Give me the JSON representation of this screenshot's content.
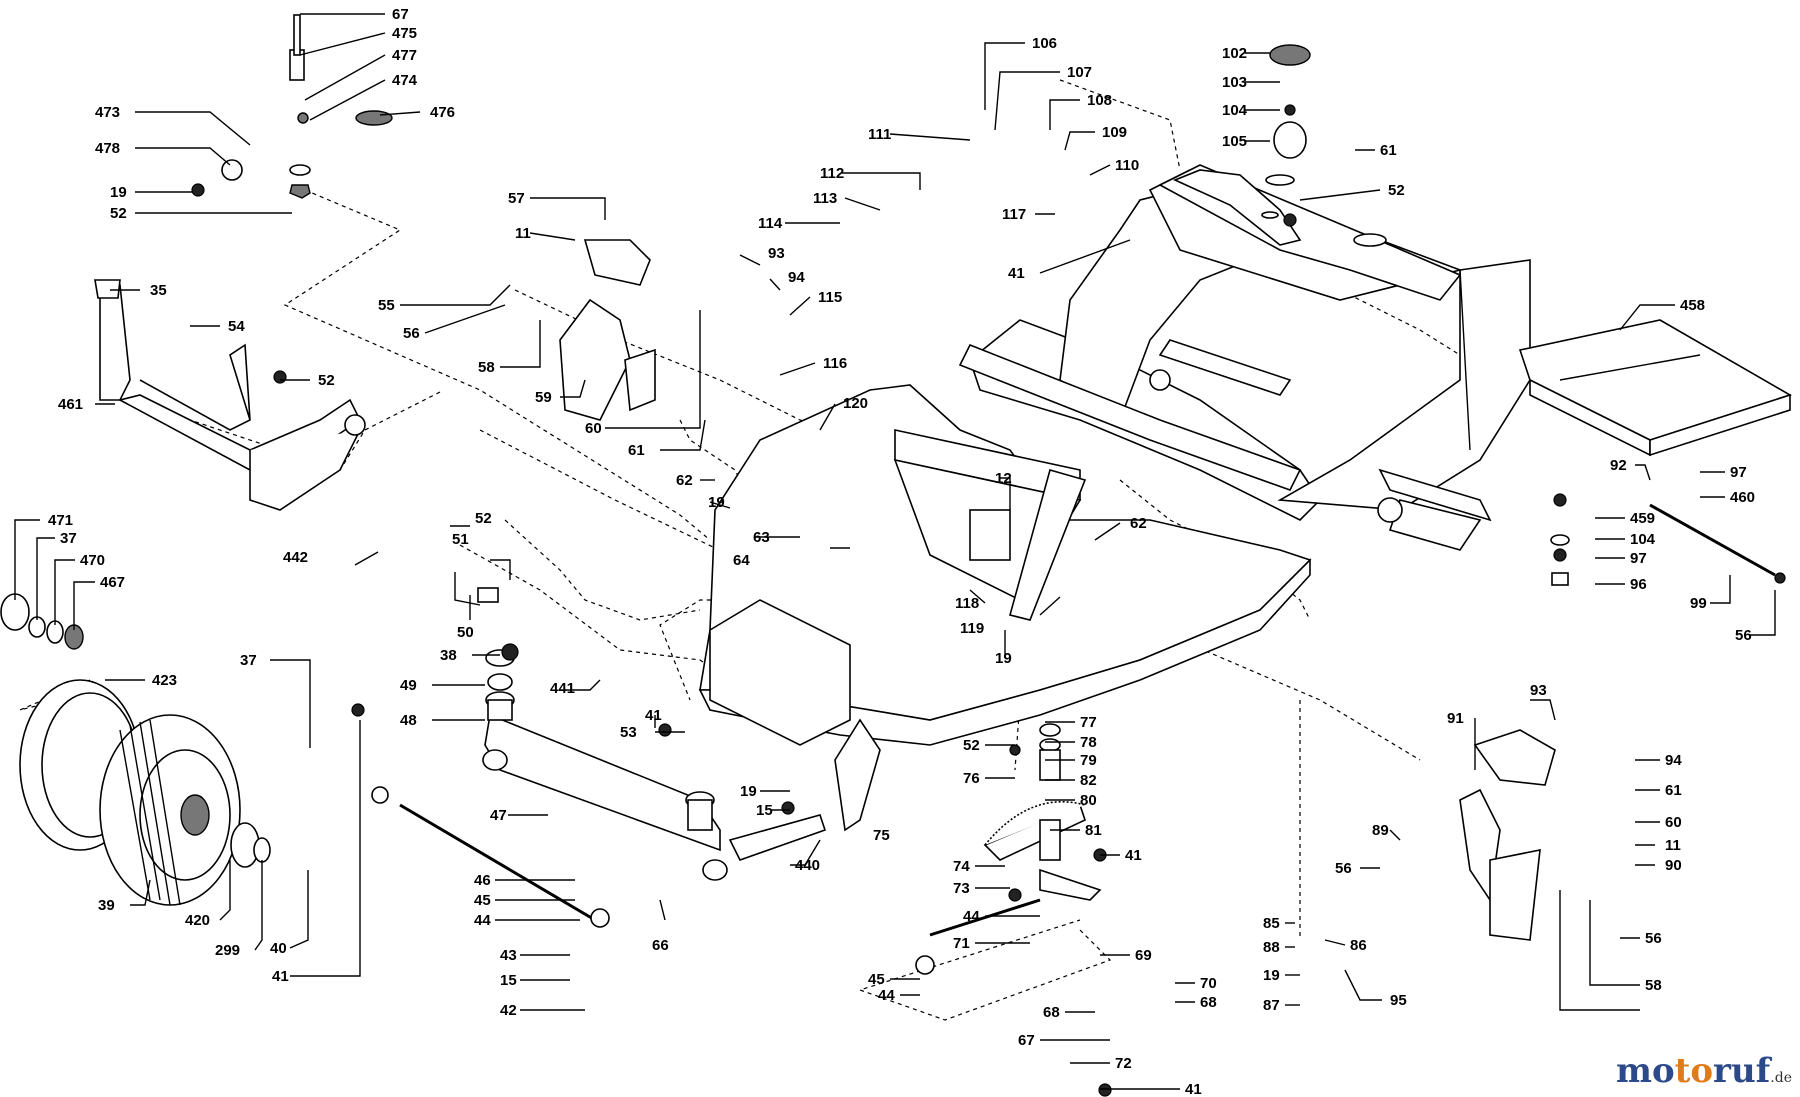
{
  "diagram": {
    "labels": [
      "67",
      "475",
      "477",
      "474",
      "473",
      "476",
      "478",
      "19",
      "52",
      "35",
      "54",
      "52",
      "461",
      "471",
      "37",
      "470",
      "467",
      "442",
      "51",
      "52",
      "50",
      "423",
      "39",
      "420",
      "299",
      "40",
      "41",
      "37",
      "38",
      "49",
      "48",
      "47",
      "441",
      "53",
      "41",
      "19",
      "15",
      "440",
      "46",
      "45",
      "44",
      "43",
      "15",
      "42",
      "66",
      "75",
      "106",
      "107",
      "108",
      "111",
      "109",
      "110",
      "112",
      "117",
      "113",
      "114",
      "57",
      "11",
      "93",
      "94",
      "115",
      "55",
      "56",
      "58",
      "59",
      "60",
      "116",
      "120",
      "61",
      "62",
      "19",
      "12",
      "63",
      "64",
      "118",
      "119",
      "19",
      "62",
      "102",
      "103",
      "104",
      "105",
      "61",
      "52",
      "41",
      "458",
      "97",
      "460",
      "459",
      "104",
      "97",
      "96",
      "99",
      "56",
      "77",
      "78",
      "79",
      "82",
      "80",
      "81",
      "52",
      "76",
      "74",
      "41",
      "73",
      "44",
      "71",
      "45",
      "44",
      "69",
      "70",
      "68",
      "68",
      "67",
      "72",
      "41",
      "92",
      "91",
      "93",
      "94",
      "61",
      "60",
      "11",
      "90",
      "89",
      "56",
      "85",
      "88",
      "86",
      "19",
      "87",
      "95",
      "56",
      "58"
    ]
  },
  "logo": {
    "part1": "mo",
    "part2": "to",
    "part3": "ruf",
    "tld": ".de"
  }
}
